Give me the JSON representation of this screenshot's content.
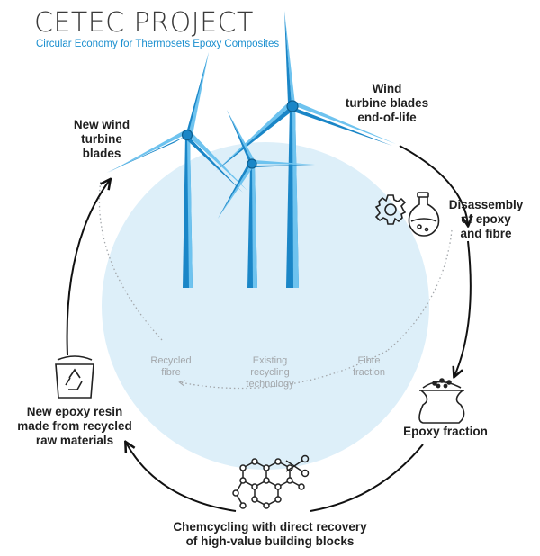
{
  "header": {
    "title": "CETEC PROJECT",
    "subtitle": "Circular Economy for Thermosets Epoxy Composites"
  },
  "stages": {
    "new_blades": "New wind\nturbine\nblades",
    "end_of_life": "Wind\nturbine blades\nend-of-life",
    "disassembly": "Disassembly\nof epoxy\nand fibre",
    "epoxy_fraction": "Epoxy fraction",
    "chemcycling": "Chemcycling with direct recovery\nof high-value building blocks",
    "new_resin": "New epoxy resin\nmade from recycled\nraw materials"
  },
  "existing_path": {
    "recycled_fibre": "Recycled\nfibre",
    "existing_tech": "Existing\nrecycling\ntechnology",
    "fibre_fraction": "Fibre\nfraction"
  },
  "icons": [
    "wind-turbine-icon",
    "gear-icon",
    "flask-icon",
    "sack-icon",
    "molecule-icon",
    "scissors-icon",
    "recycle-bucket-icon"
  ],
  "colors": {
    "accent": "#1b8fcf",
    "blade_light": "#6ec3ef",
    "blade_dark": "#1a86c7",
    "circle_bg": "#ddeff9",
    "arrow": "#111111",
    "dotted": "#a3a7ab"
  }
}
